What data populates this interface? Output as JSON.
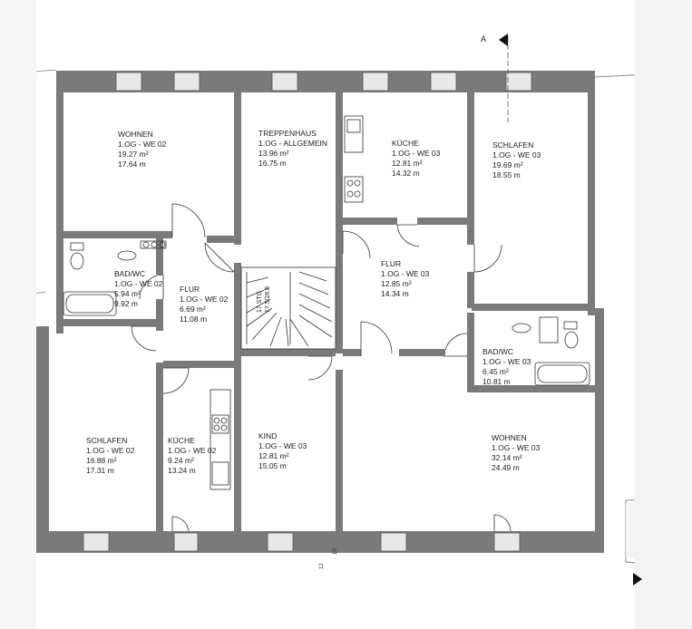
{
  "rooms": [
    {
      "name": "WOHNEN",
      "unit": "1.OG - WE 02",
      "area": "19.27 m²",
      "perimeter": "17.64 m"
    },
    {
      "name": "TREPPENHAUS",
      "unit": "1.OG - ALLGEMEIN",
      "area": "13.96 m²",
      "perimeter": "16.75 m"
    },
    {
      "name": "KÜCHE",
      "unit": "1.OG - WE 03",
      "area": "12.81 m²",
      "perimeter": "14.32 m"
    },
    {
      "name": "SCHLAFEN",
      "unit": "1.OG - WE 03",
      "area": "19.69 m²",
      "perimeter": "18.55 m"
    },
    {
      "name": "BAD/WC",
      "unit": "1.OG - WE 02",
      "area": "5.94 m²",
      "perimeter": "9.92 m"
    },
    {
      "name": "FLUR",
      "unit": "1.OG - WE 02",
      "area": "6.69 m²",
      "perimeter": "11.08 m"
    },
    {
      "name": "FLUR",
      "unit": "1.OG - WE 03",
      "area": "12.85 m²",
      "perimeter": "14.34 m"
    },
    {
      "name": "BAD/WC",
      "unit": "1.OG - WE 03",
      "area": "6.45 m²",
      "perimeter": "10.81 m"
    },
    {
      "name": "SCHLAFEN",
      "unit": "1.OG - WE 02",
      "area": "16.88 m²",
      "perimeter": "17.31 m"
    },
    {
      "name": "KÜCHE",
      "unit": "1.OG - WE 02",
      "area": "9.24 m²",
      "perimeter": "13.24 m"
    },
    {
      "name": "KIND",
      "unit": "1.OG - WE 03",
      "area": "12.81 m²",
      "perimeter": "15.05 m"
    },
    {
      "name": "WOHNEN",
      "unit": "1.OG - WE 03",
      "area": "32.14 m²",
      "perimeter": "24.49 m"
    }
  ],
  "section_marker": "A",
  "stair_label": "17 STG",
  "stair_dim": "17.5/26.6",
  "dim_label_1": "12",
  "dim_label_2": "10"
}
